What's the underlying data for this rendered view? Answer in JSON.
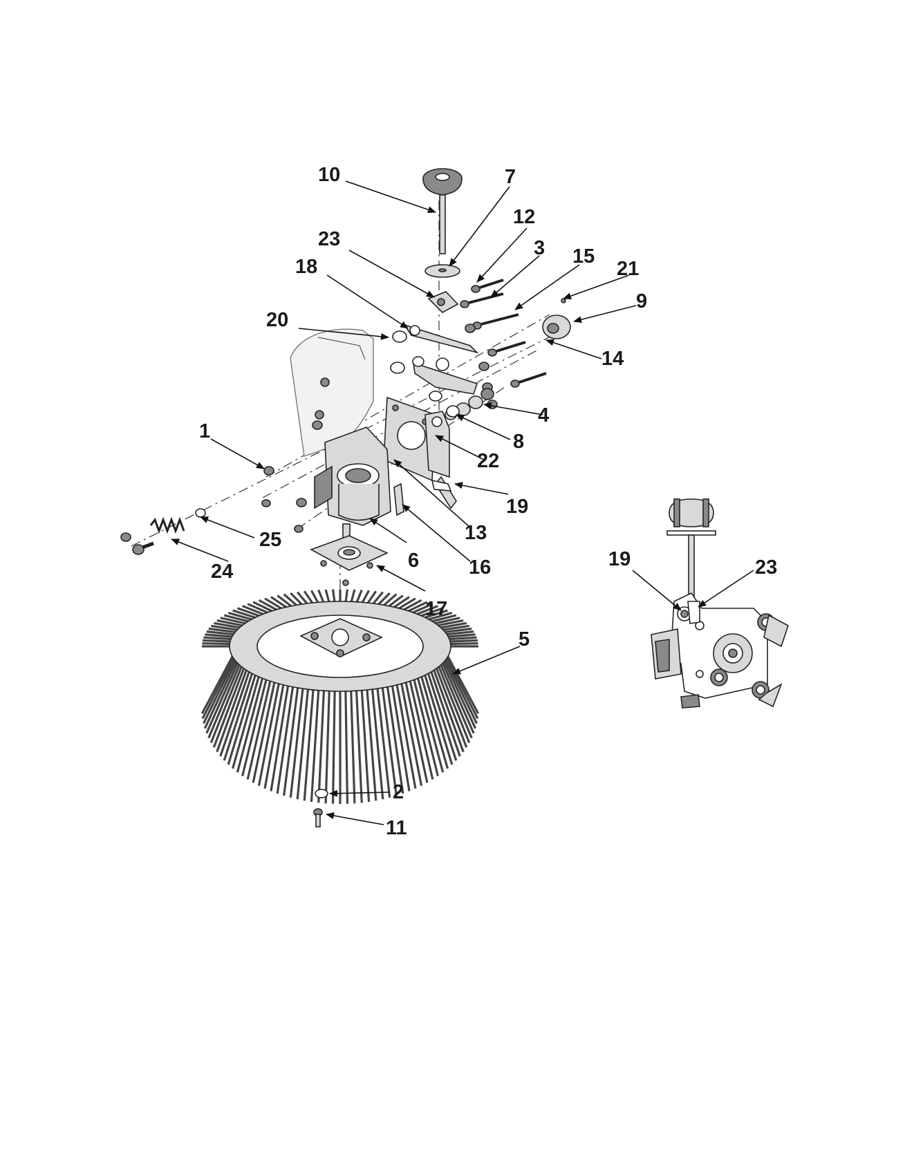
{
  "diagram": {
    "main_callouts": [
      "1",
      "2",
      "3",
      "4",
      "5",
      "6",
      "7",
      "8",
      "9",
      "10",
      "11",
      "12",
      "13",
      "14",
      "15",
      "16",
      "17",
      "18",
      "19",
      "20",
      "21",
      "22",
      "23",
      "24",
      "25"
    ],
    "detail_callouts": [
      "19",
      "23"
    ]
  },
  "colors": {
    "ink": "#1a1a1a",
    "fill_light": "#d9d9d9",
    "fill_dark": "#8a8a8a",
    "background": "#ffffff"
  }
}
